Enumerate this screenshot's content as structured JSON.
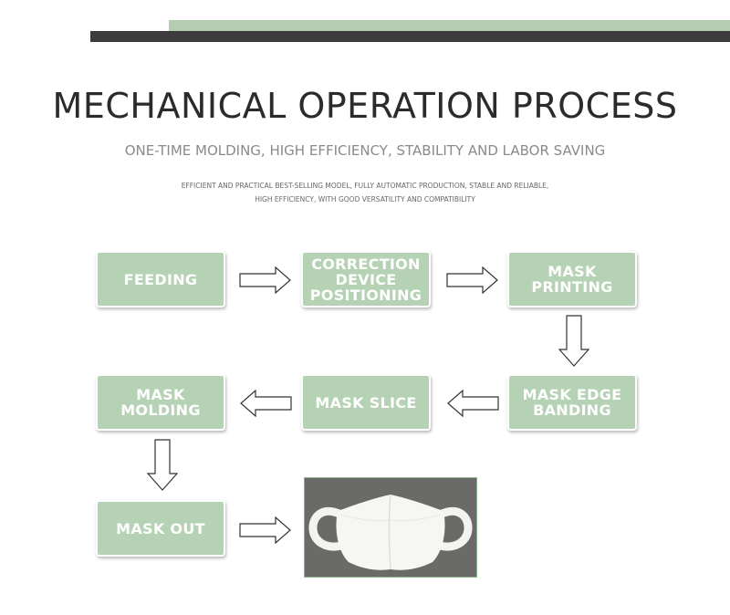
{
  "header": {
    "title": "MECHANICAL OPERATION PROCESS",
    "subtitle": "ONE-TIME MOLDING, HIGH EFFICIENCY, STABILITY AND LABOR SAVING",
    "description_line1": "EFFICIENT AND PRACTICAL BEST-SELLING MODEL, FULLY AUTOMATIC PRODUCTION, STABLE AND RELIABLE,",
    "description_line2": "HIGH EFFICIENCY, WITH GOOD VERSATILITY AND COMPATIBILITY"
  },
  "steps": [
    {
      "label": "FEEDING"
    },
    {
      "label": "CORRECTION DEVICE POSITIONING"
    },
    {
      "label": "MASK PRINTING"
    },
    {
      "label": "MASK EDGE BANDING"
    },
    {
      "label": "MASK SLICE"
    },
    {
      "label": "MASK MOLDING"
    },
    {
      "label": "MASK OUT"
    }
  ],
  "colors": {
    "accent_green": "#b5d2b4",
    "bar_green": "#b5ccb3",
    "bar_dark": "#3c3c3c"
  }
}
